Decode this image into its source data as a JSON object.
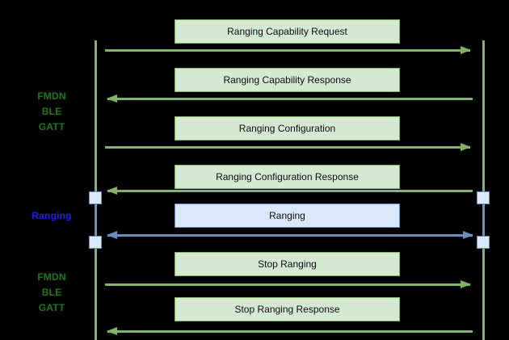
{
  "diagram": {
    "type": "sequence-diagram",
    "background_color": "#000000",
    "colors": {
      "green_fill": "#d5e8d4",
      "green_stroke": "#82b366",
      "blue_fill": "#dae8fc",
      "blue_stroke": "#6c8ebf",
      "green_text": "#1a7a1a",
      "blue_text": "#1f1fe8",
      "message_text": "#0d0d0d"
    },
    "lifelines": [
      {
        "id": "left",
        "name": "left-lifeline",
        "color": "#82b366"
      },
      {
        "id": "right",
        "name": "right-lifeline",
        "color": "#82b366"
      }
    ],
    "phases": [
      {
        "id": "phase-top",
        "label": "FMDN\nBLE\nGATT",
        "color": "#1a7a1a"
      },
      {
        "id": "phase-mid",
        "label": "Ranging",
        "color": "#1f1fe8"
      },
      {
        "id": "phase-bottom",
        "label": "FMDN\nBLE\nGATT",
        "color": "#1a7a1a"
      }
    ],
    "messages": [
      {
        "label": "Ranging Capability Request",
        "direction": "right",
        "style": "green"
      },
      {
        "label": "Ranging Capability Response",
        "direction": "left",
        "style": "green"
      },
      {
        "label": "Ranging Configuration",
        "direction": "right",
        "style": "green"
      },
      {
        "label": "Ranging Configuration Response",
        "direction": "left",
        "style": "green"
      },
      {
        "label": "Ranging",
        "direction": "both",
        "style": "blue"
      },
      {
        "label": "Stop Ranging",
        "direction": "right",
        "style": "green"
      },
      {
        "label": "Stop Ranging Response",
        "direction": "left",
        "style": "green"
      }
    ]
  }
}
